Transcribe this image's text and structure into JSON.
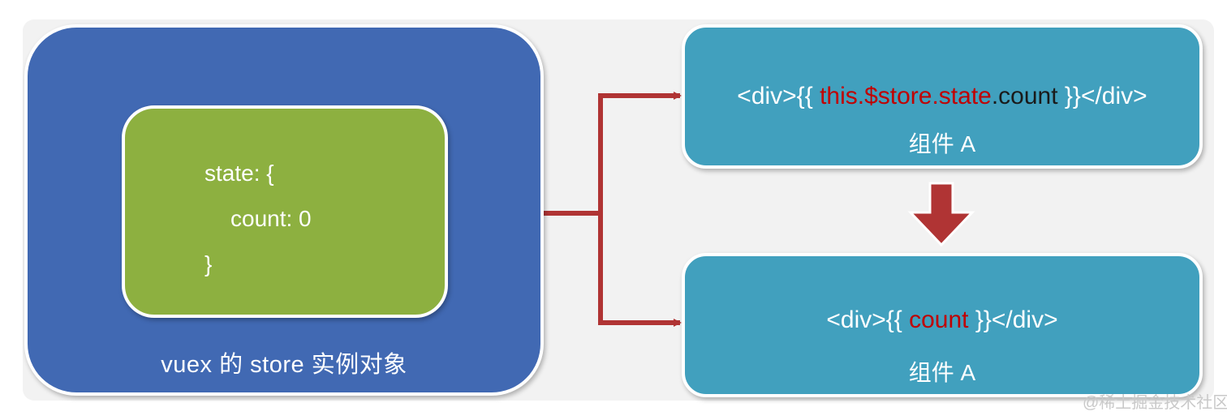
{
  "store": {
    "label": "vuex 的 store 实例对象",
    "state_lines": [
      "state: {",
      "count: 0",
      "}"
    ]
  },
  "component_top": {
    "code_open": "<div>{{ ",
    "code_this": "this.$store.state",
    "code_dot": ".count",
    "code_close": " }}</div>",
    "name": "组件 A"
  },
  "component_bottom": {
    "code_open": "<div>{{ ",
    "code_var": "count",
    "code_close": " }}</div>",
    "name": "组件 A"
  },
  "watermark": "@稀土掘金技术社区",
  "colors": {
    "store_box": "#4169b3",
    "state_box": "#8db040",
    "component_box": "#41a0be",
    "arrow": "#b03434",
    "highlight_text": "#c00000"
  }
}
